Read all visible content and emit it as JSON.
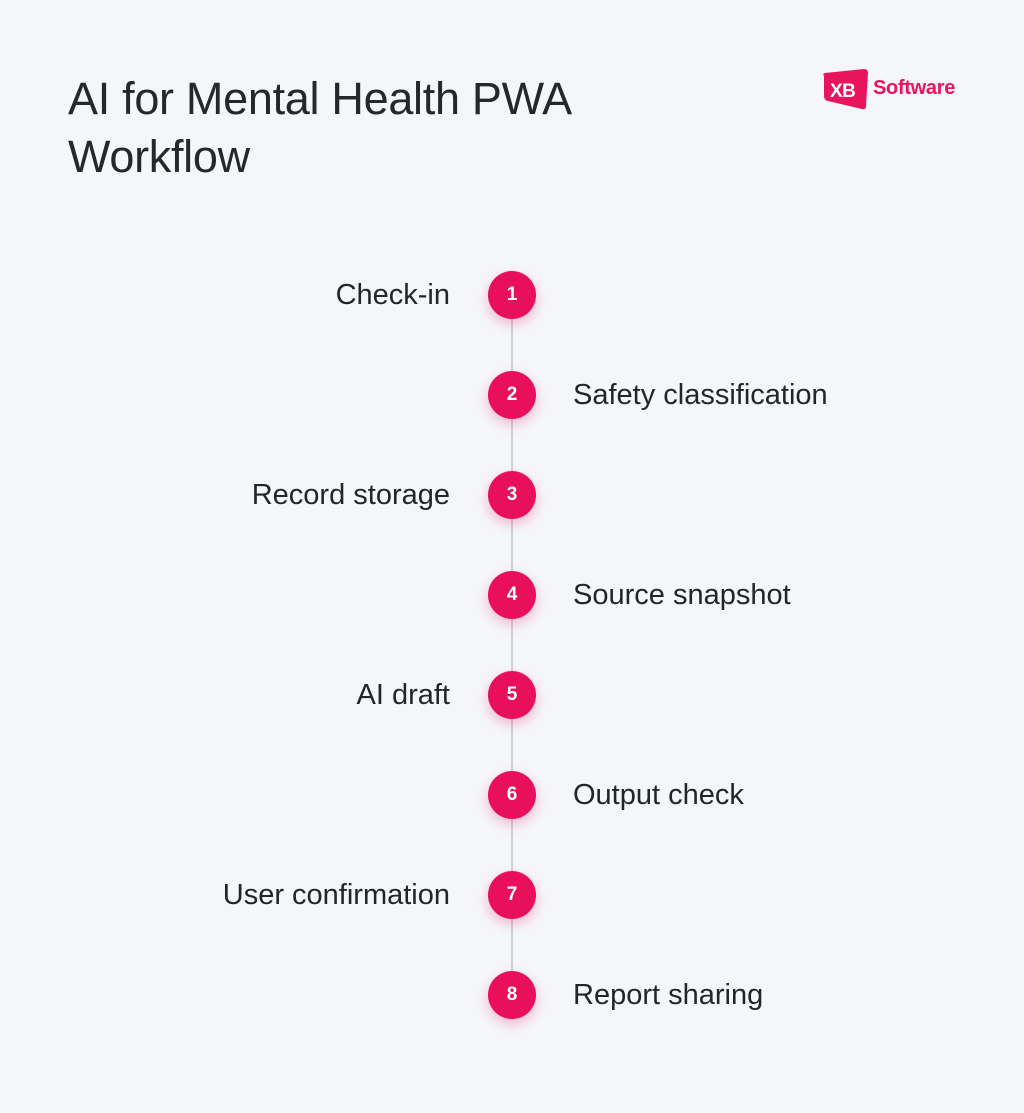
{
  "title": {
    "line1": "AI for Mental Health PWA",
    "line2": "Workflow"
  },
  "logo": {
    "initials": "XB",
    "word": "Software",
    "brand_color": "#e8145c"
  },
  "steps": [
    {
      "number": "1",
      "label": "Check-in",
      "side": "left"
    },
    {
      "number": "2",
      "label": "Safety classification",
      "side": "right"
    },
    {
      "number": "3",
      "label": "Record storage",
      "side": "left"
    },
    {
      "number": "4",
      "label": "Source snapshot",
      "side": "right"
    },
    {
      "number": "5",
      "label": "AI draft",
      "side": "left"
    },
    {
      "number": "6",
      "label": "Output check",
      "side": "right"
    },
    {
      "number": "7",
      "label": "User confirmation",
      "side": "left"
    },
    {
      "number": "8",
      "label": "Report sharing",
      "side": "right"
    }
  ],
  "colors": {
    "accent": "#e8105a",
    "background": "#f5f6fa",
    "text": "#232529",
    "connector": "#cfd2da"
  }
}
